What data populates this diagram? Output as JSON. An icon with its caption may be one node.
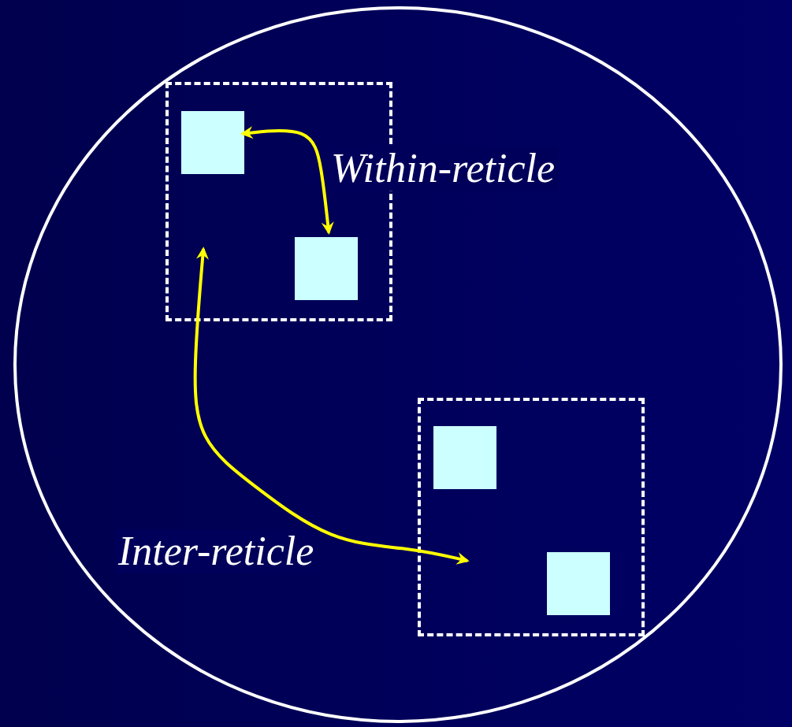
{
  "diagram": {
    "nodes": [
      {
        "text": [],
        "shape": "circle"
      },
      {
        "text": [],
        "shape": "box",
        "in": 0
      },
      {
        "text": [],
        "shape": "box",
        "in": 1
      },
      {
        "text": [],
        "shape": "box",
        "in": 1
      },
      {
        "text": [],
        "shape": "box",
        "in": 0
      },
      {
        "text": [],
        "shape": "box",
        "in": 4
      },
      {
        "text": [],
        "shape": "box",
        "in": 4
      }
    ],
    "edges": [
      {
        "from": 2,
        "to": 3,
        "arrow": "both",
        "label": "Within-reticle",
        "color": "#ffff00"
      },
      {
        "from": 1,
        "to": 4,
        "arrow": "both",
        "label": "Inter-reticle",
        "color": "#ffff00"
      }
    ]
  }
}
